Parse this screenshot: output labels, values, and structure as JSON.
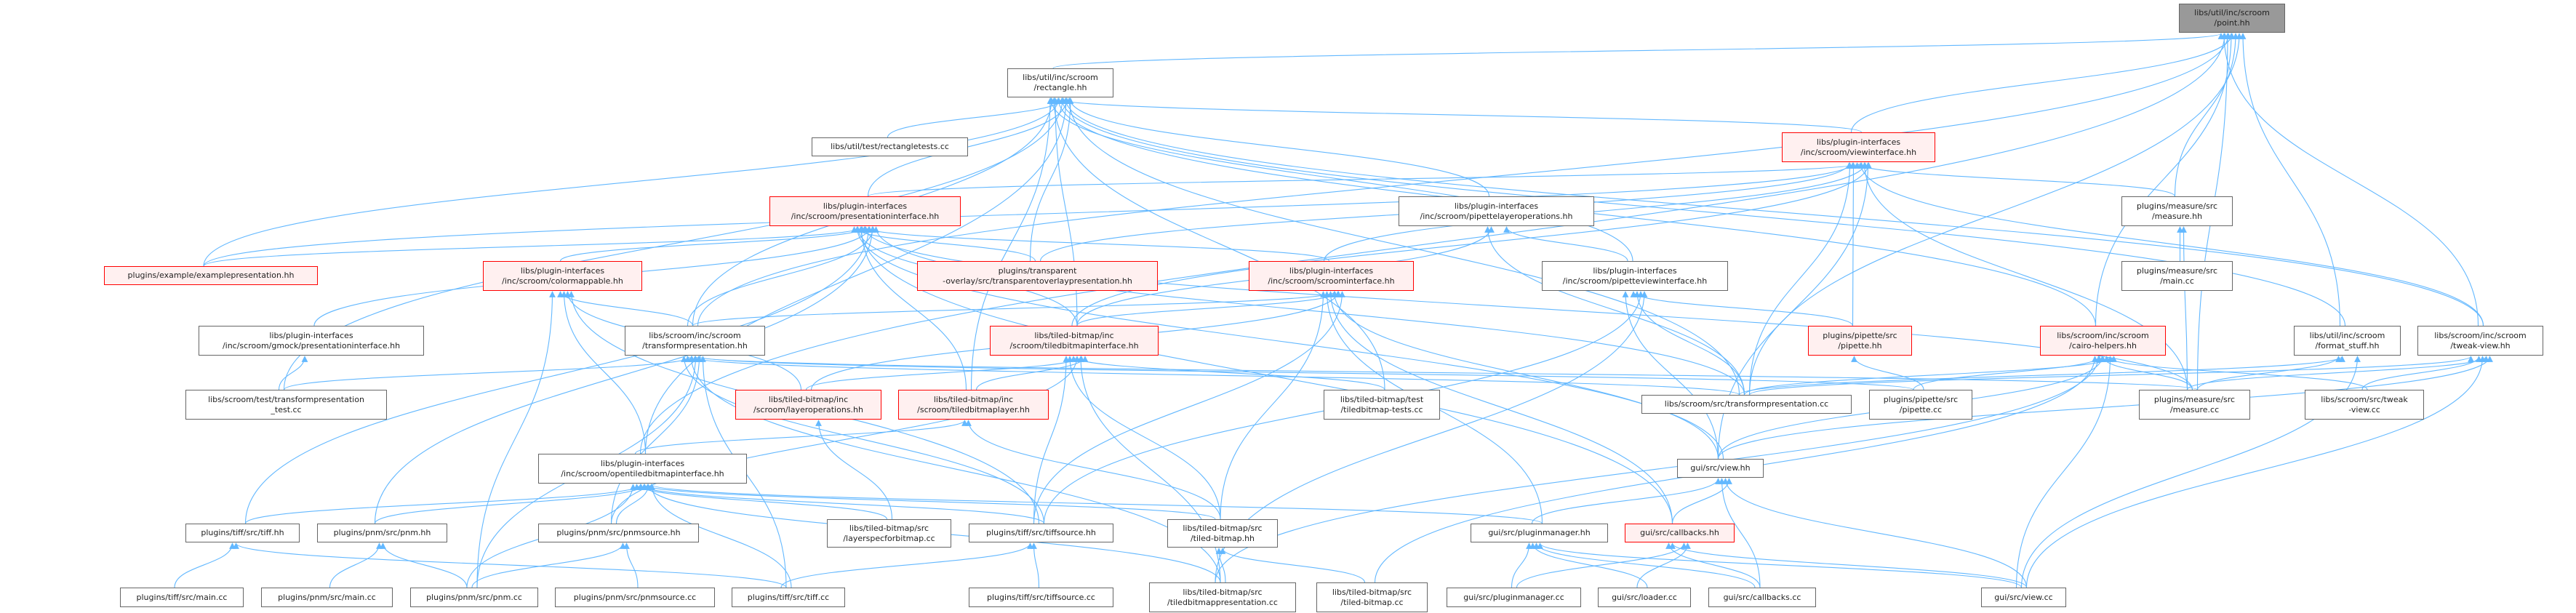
{
  "colors": {
    "edge": "#63b8ff",
    "node_border": "#666666",
    "truncated_border": "#ff0000",
    "truncated_fill": "#fff0f0",
    "root_fill": "#999999"
  },
  "nodes": [
    {
      "id": "point",
      "lines": [
        "libs/util/inc/scroom",
        "/point.hh"
      ],
      "root": true
    },
    {
      "id": "rectangle",
      "lines": [
        "libs/util/inc/scroom",
        "/rectangle.hh"
      ]
    },
    {
      "id": "rectangletests",
      "lines": [
        "libs/util/test/rectangletests.cc"
      ]
    },
    {
      "id": "presint",
      "lines": [
        "libs/plugin-interfaces",
        "/inc/scroom/presentationinterface.hh"
      ],
      "truncated": true
    },
    {
      "id": "transparent",
      "lines": [
        "plugins/transparent",
        "-overlay/src/transparentoverlaypresentation.hh"
      ],
      "truncated": true
    },
    {
      "id": "viewint",
      "lines": [
        "libs/plugin-interfaces",
        "/inc/scroom/viewinterface.hh"
      ],
      "truncated": true
    },
    {
      "id": "pipettelayer",
      "lines": [
        "libs/plugin-interfaces",
        "/inc/scroom/pipettelayeroperations.hh"
      ]
    },
    {
      "id": "measurehh",
      "lines": [
        "plugins/measure/src",
        "/measure.hh"
      ]
    },
    {
      "id": "measuremain",
      "lines": [
        "plugins/measure/src",
        "/main.cc"
      ]
    },
    {
      "id": "example",
      "lines": [
        "plugins/example/examplepresentation.hh"
      ],
      "truncated": true
    },
    {
      "id": "colormappable",
      "lines": [
        "libs/plugin-interfaces",
        "/inc/scroom/colormappable.hh"
      ],
      "truncated": true
    },
    {
      "id": "scroomint",
      "lines": [
        "libs/plugin-interfaces",
        "/inc/scroom/scroominterface.hh"
      ],
      "truncated": true
    },
    {
      "id": "pipetteview",
      "lines": [
        "libs/plugin-interfaces",
        "/inc/scroom/pipetteviewinterface.hh"
      ]
    },
    {
      "id": "gmock",
      "lines": [
        "libs/plugin-interfaces",
        "/inc/scroom/gmock/presentationinterface.hh"
      ]
    },
    {
      "id": "transformhh",
      "lines": [
        "libs/scroom/inc/scroom",
        "/transformpresentation.hh"
      ]
    },
    {
      "id": "tbminterface",
      "lines": [
        "libs/tiled-bitmap/inc",
        "/scroom/tiledbitmapinterface.hh"
      ],
      "truncated": true
    },
    {
      "id": "pipettehh",
      "lines": [
        "plugins/pipette/src",
        "/pipette.hh"
      ],
      "truncated": true
    },
    {
      "id": "cairo",
      "lines": [
        "libs/scroom/inc/scroom",
        "/cairo-helpers.hh"
      ],
      "truncated": true
    },
    {
      "id": "formatstuff",
      "lines": [
        "libs/util/inc/scroom",
        "/format_stuff.hh"
      ]
    },
    {
      "id": "tweakhh",
      "lines": [
        "libs/scroom/inc/scroom",
        "/tweak-view.hh"
      ]
    },
    {
      "id": "transformtest",
      "lines": [
        "libs/scroom/test/transformpresentation",
        "_test.cc"
      ]
    },
    {
      "id": "layerops",
      "lines": [
        "libs/tiled-bitmap/inc",
        "/scroom/layeroperations.hh"
      ],
      "truncated": true
    },
    {
      "id": "tbmlayer",
      "lines": [
        "libs/tiled-bitmap/inc",
        "/scroom/tiledbitmaplayer.hh"
      ],
      "truncated": true
    },
    {
      "id": "tbmtests",
      "lines": [
        "libs/tiled-bitmap/test",
        "/tiledbitmap-tests.cc"
      ]
    },
    {
      "id": "transformcc",
      "lines": [
        "libs/scroom/src/transformpresentation.cc"
      ]
    },
    {
      "id": "pipettecc",
      "lines": [
        "plugins/pipette/src",
        "/pipette.cc"
      ]
    },
    {
      "id": "measurecc",
      "lines": [
        "plugins/measure/src",
        "/measure.cc"
      ]
    },
    {
      "id": "tweakcc",
      "lines": [
        "libs/scroom/src/tweak",
        "-view.cc"
      ]
    },
    {
      "id": "opentbm",
      "lines": [
        "libs/plugin-interfaces",
        "/inc/scroom/opentiledbitmapinterface.hh"
      ]
    },
    {
      "id": "viewhh",
      "lines": [
        "gui/src/view.hh"
      ]
    },
    {
      "id": "tiffhh",
      "lines": [
        "plugins/tiff/src/tiff.hh"
      ]
    },
    {
      "id": "pnmhh",
      "lines": [
        "plugins/pnm/src/pnm.hh"
      ]
    },
    {
      "id": "pnmsourcehh",
      "lines": [
        "plugins/pnm/src/pnmsource.hh"
      ]
    },
    {
      "id": "layerspec",
      "lines": [
        "libs/tiled-bitmap/src",
        "/layerspecforbitmap.cc"
      ]
    },
    {
      "id": "tiffsourcehh",
      "lines": [
        "plugins/tiff/src/tiffsource.hh"
      ]
    },
    {
      "id": "tbmhh",
      "lines": [
        "libs/tiled-bitmap/src",
        "/tiled-bitmap.hh"
      ]
    },
    {
      "id": "pluginmgrhh",
      "lines": [
        "gui/src/pluginmanager.hh"
      ]
    },
    {
      "id": "callbackshh",
      "lines": [
        "gui/src/callbacks.hh"
      ],
      "truncated": true
    },
    {
      "id": "tiffmain",
      "lines": [
        "plugins/tiff/src/main.cc"
      ]
    },
    {
      "id": "pnmmain",
      "lines": [
        "plugins/pnm/src/main.cc"
      ]
    },
    {
      "id": "pnmcc",
      "lines": [
        "plugins/pnm/src/pnm.cc"
      ]
    },
    {
      "id": "pnmsourcecc",
      "lines": [
        "plugins/pnm/src/pnmsource.cc"
      ]
    },
    {
      "id": "tiffcc",
      "lines": [
        "plugins/tiff/src/tiff.cc"
      ]
    },
    {
      "id": "tiffsourcecc",
      "lines": [
        "plugins/tiff/src/tiffsource.cc"
      ]
    },
    {
      "id": "tbmpres",
      "lines": [
        "libs/tiled-bitmap/src",
        "/tiledbitmappresentation.cc"
      ]
    },
    {
      "id": "tbmcc",
      "lines": [
        "libs/tiled-bitmap/src",
        "/tiled-bitmap.cc"
      ]
    },
    {
      "id": "pluginmgrcc",
      "lines": [
        "gui/src/pluginmanager.cc"
      ]
    },
    {
      "id": "loadercc",
      "lines": [
        "gui/src/loader.cc"
      ]
    },
    {
      "id": "callbackscc",
      "lines": [
        "gui/src/callbacks.cc"
      ]
    },
    {
      "id": "viewcc",
      "lines": [
        "gui/src/view.cc"
      ]
    }
  ],
  "edges": [
    [
      "rectangle",
      "point"
    ],
    [
      "opentbm",
      "point"
    ],
    [
      "transformhh",
      "point"
    ],
    [
      "viewint",
      "point"
    ],
    [
      "measurehh",
      "point"
    ],
    [
      "transformcc",
      "point"
    ],
    [
      "formatstuff",
      "point"
    ],
    [
      "tweakhh",
      "point"
    ],
    [
      "measurecc",
      "point"
    ],
    [
      "cairo",
      "point"
    ],
    [
      "rectangletests",
      "rectangle"
    ],
    [
      "presint",
      "rectangle"
    ],
    [
      "transparent",
      "rectangle"
    ],
    [
      "transformhh",
      "rectangle"
    ],
    [
      "tbminterface",
      "rectangle"
    ],
    [
      "example",
      "rectangle"
    ],
    [
      "transformtest",
      "rectangle"
    ],
    [
      "opentbm",
      "rectangle"
    ],
    [
      "pipettelayer",
      "rectangle"
    ],
    [
      "pipetteview",
      "rectangle"
    ],
    [
      "viewint",
      "rectangle"
    ],
    [
      "cairo",
      "rectangle"
    ],
    [
      "formatstuff",
      "rectangle"
    ],
    [
      "tweakhh",
      "rectangle"
    ],
    [
      "transformcc",
      "rectangle"
    ],
    [
      "tbmlayer",
      "rectangle"
    ],
    [
      "tbmtests",
      "rectangle"
    ],
    [
      "example",
      "presint"
    ],
    [
      "colormappable",
      "presint"
    ],
    [
      "gmock",
      "presint"
    ],
    [
      "transformhh",
      "presint"
    ],
    [
      "transparent",
      "presint"
    ],
    [
      "tbminterface",
      "presint"
    ],
    [
      "tbmlayer",
      "presint"
    ],
    [
      "scroomint",
      "presint"
    ],
    [
      "tiffhh",
      "presint"
    ],
    [
      "pnmhh",
      "presint"
    ],
    [
      "transformcc",
      "presint"
    ],
    [
      "viewhh",
      "presint"
    ],
    [
      "callbackshh",
      "presint"
    ],
    [
      "measurecc",
      "presint"
    ],
    [
      "presint",
      "viewint"
    ],
    [
      "scroomint",
      "viewint"
    ],
    [
      "tbminterface",
      "viewint"
    ],
    [
      "transformcc",
      "viewint"
    ],
    [
      "pipettehh",
      "viewint"
    ],
    [
      "measurehh",
      "viewint"
    ],
    [
      "tweakhh",
      "viewint"
    ],
    [
      "measurecc",
      "viewint"
    ],
    [
      "viewhh",
      "viewint"
    ],
    [
      "transparent",
      "viewint"
    ],
    [
      "example",
      "viewint"
    ],
    [
      "transformhh",
      "colormappable"
    ],
    [
      "opentbm",
      "colormappable"
    ],
    [
      "layerops",
      "colormappable"
    ],
    [
      "tiffsourcehh",
      "colormappable"
    ],
    [
      "pnmcc",
      "colormappable"
    ],
    [
      "transformtest",
      "gmock"
    ],
    [
      "transformtest",
      "transformhh"
    ],
    [
      "pnmcc",
      "transformhh"
    ],
    [
      "pnmsourcehh",
      "transformhh"
    ],
    [
      "tiffcc",
      "transformhh"
    ],
    [
      "tiffsourcehh",
      "transformhh"
    ],
    [
      "transformcc",
      "transformhh"
    ],
    [
      "tbmpres",
      "transformhh"
    ],
    [
      "measurecc",
      "transformhh"
    ],
    [
      "pipettecc",
      "transformhh"
    ],
    [
      "layerops",
      "tbminterface"
    ],
    [
      "tbmlayer",
      "tbminterface"
    ],
    [
      "tiffsourcehh",
      "tbminterface"
    ],
    [
      "tbmhh",
      "tbminterface"
    ],
    [
      "tbmtests",
      "tbminterface"
    ],
    [
      "pnmsourcehh",
      "tbminterface"
    ],
    [
      "tbmpres",
      "tbminterface"
    ],
    [
      "layerspec",
      "layerops"
    ],
    [
      "opentbm",
      "tbmlayer"
    ],
    [
      "tbmhh",
      "tbmlayer"
    ],
    [
      "tiffhh",
      "opentbm"
    ],
    [
      "pnmhh",
      "opentbm"
    ],
    [
      "pnmsourcehh",
      "opentbm"
    ],
    [
      "tiffcc",
      "opentbm"
    ],
    [
      "pnmcc",
      "opentbm"
    ],
    [
      "layerspec",
      "opentbm"
    ],
    [
      "tiffsourcehh",
      "opentbm"
    ],
    [
      "tbmhh",
      "opentbm"
    ],
    [
      "tbmpres",
      "opentbm"
    ],
    [
      "pluginmgrhh",
      "opentbm"
    ],
    [
      "tiffmain",
      "tiffhh"
    ],
    [
      "tiffcc",
      "tiffhh"
    ],
    [
      "pnmmain",
      "pnmhh"
    ],
    [
      "pnmcc",
      "pnmhh"
    ],
    [
      "pnmcc",
      "pnmsourcehh"
    ],
    [
      "pnmsourcecc",
      "pnmsourcehh"
    ],
    [
      "tiffcc",
      "tiffsourcehh"
    ],
    [
      "tiffsourcecc",
      "tiffsourcehh"
    ],
    [
      "tbmpres",
      "tbmhh"
    ],
    [
      "tbmcc",
      "tbmhh"
    ],
    [
      "transformhh",
      "scroomint"
    ],
    [
      "tbminterface",
      "scroomint"
    ],
    [
      "tiffsourcehh",
      "scroomint"
    ],
    [
      "tbmhh",
      "scroomint"
    ],
    [
      "pluginmgrhh",
      "scroomint"
    ],
    [
      "callbackshh",
      "scroomint"
    ],
    [
      "viewhh",
      "scroomint"
    ],
    [
      "layerops",
      "scroomint"
    ],
    [
      "pipetteview",
      "pipettelayer"
    ],
    [
      "transformcc",
      "pipettelayer"
    ],
    [
      "tbminterface",
      "pipettelayer"
    ],
    [
      "pipettehh",
      "pipetteview"
    ],
    [
      "transformcc",
      "pipetteview"
    ],
    [
      "tiffsourcehh",
      "pipetteview"
    ],
    [
      "tbmpres",
      "pipetteview"
    ],
    [
      "viewhh",
      "pipetteview"
    ],
    [
      "pipettecc",
      "pipettehh"
    ],
    [
      "pluginmgrhh",
      "viewhh"
    ],
    [
      "callbackscc",
      "viewhh"
    ],
    [
      "viewcc",
      "viewhh"
    ],
    [
      "callbackshh",
      "viewhh"
    ],
    [
      "pluginmgrcc",
      "pluginmgrhh"
    ],
    [
      "loadercc",
      "pluginmgrhh"
    ],
    [
      "callbackscc",
      "pluginmgrhh"
    ],
    [
      "viewcc",
      "pluginmgrhh"
    ],
    [
      "pluginmgrcc",
      "callbackshh"
    ],
    [
      "loadercc",
      "callbackshh"
    ],
    [
      "callbackscc",
      "callbackshh"
    ],
    [
      "viewcc",
      "callbackshh"
    ],
    [
      "pipettecc",
      "cairo"
    ],
    [
      "measurecc",
      "cairo"
    ],
    [
      "tweakcc",
      "cairo"
    ],
    [
      "viewcc",
      "cairo"
    ],
    [
      "transformcc",
      "cairo"
    ],
    [
      "tbmcc",
      "cairo"
    ],
    [
      "tbmpres",
      "cairo"
    ],
    [
      "viewhh",
      "cairo"
    ],
    [
      "measuremain",
      "measurehh"
    ],
    [
      "measurecc",
      "measurehh"
    ],
    [
      "viewcc",
      "formatstuff"
    ],
    [
      "measurecc",
      "formatstuff"
    ],
    [
      "transformcc",
      "formatstuff"
    ],
    [
      "tweakcc",
      "tweakhh"
    ],
    [
      "viewcc",
      "tweakhh"
    ],
    [
      "measurecc",
      "tweakhh"
    ],
    [
      "viewhh",
      "tweakhh"
    ],
    [
      "transformcc",
      "tweakhh"
    ]
  ]
}
